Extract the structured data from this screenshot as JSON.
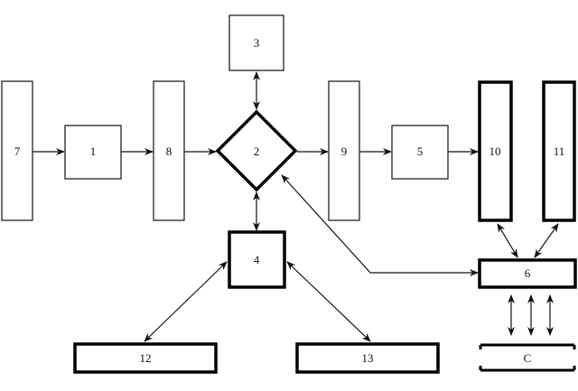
{
  "diagram": {
    "nodes": {
      "n1": "1",
      "n2": "2",
      "n3": "3",
      "n4": "4",
      "n5": "5",
      "n6": "6",
      "n7": "7",
      "n8": "8",
      "n9": "9",
      "n10": "10",
      "n11": "11",
      "n12": "12",
      "n13": "13",
      "nC": "C"
    },
    "edges": [
      {
        "from": "7",
        "to": "1",
        "type": "directed"
      },
      {
        "from": "1",
        "to": "8",
        "type": "directed"
      },
      {
        "from": "8",
        "to": "2",
        "type": "directed"
      },
      {
        "from": "2",
        "to": "9",
        "type": "directed"
      },
      {
        "from": "9",
        "to": "5",
        "type": "directed"
      },
      {
        "from": "5",
        "to": "10",
        "type": "directed"
      },
      {
        "from": "3",
        "to": "2",
        "type": "bidirectional"
      },
      {
        "from": "2",
        "to": "4",
        "type": "bidirectional"
      },
      {
        "from": "4",
        "to": "12",
        "type": "bidirectional"
      },
      {
        "from": "4",
        "to": "13",
        "type": "bidirectional"
      },
      {
        "from": "10",
        "to": "6",
        "type": "bidirectional"
      },
      {
        "from": "11",
        "to": "6",
        "type": "bidirectional"
      },
      {
        "from": "6",
        "to": "2",
        "type": "bidirectional"
      },
      {
        "from": "6",
        "to": "C",
        "type": "bidirectional",
        "count": 3
      }
    ]
  }
}
